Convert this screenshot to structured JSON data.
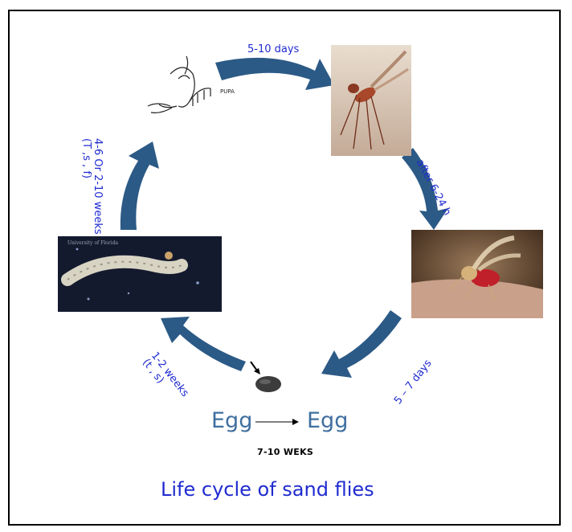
{
  "labels": {
    "pupa_to_adult": "5-10 days",
    "adult_to_feeding": "after  6-24  h",
    "feeding_to_egg": "5 – 7 days",
    "egg_to_larva_line1": "1-2 weeks",
    "egg_to_larva_line2": "(t , s)",
    "larva_to_pupa_line1": "4-6 Or 2-10 weeks",
    "larva_to_pupa_line2": "(T ,s , f)"
  },
  "egg_left": "Egg",
  "egg_right": "Egg",
  "egg_duration": "7-10 WEKS",
  "pupa_text": "PUPA",
  "larva_watermark": "University of Florida",
  "title": "Life cycle of sand flies",
  "colors": {
    "arrow": "#2c5a86",
    "label": "#1f2bd0",
    "egg_text": "#3f6fa0"
  }
}
